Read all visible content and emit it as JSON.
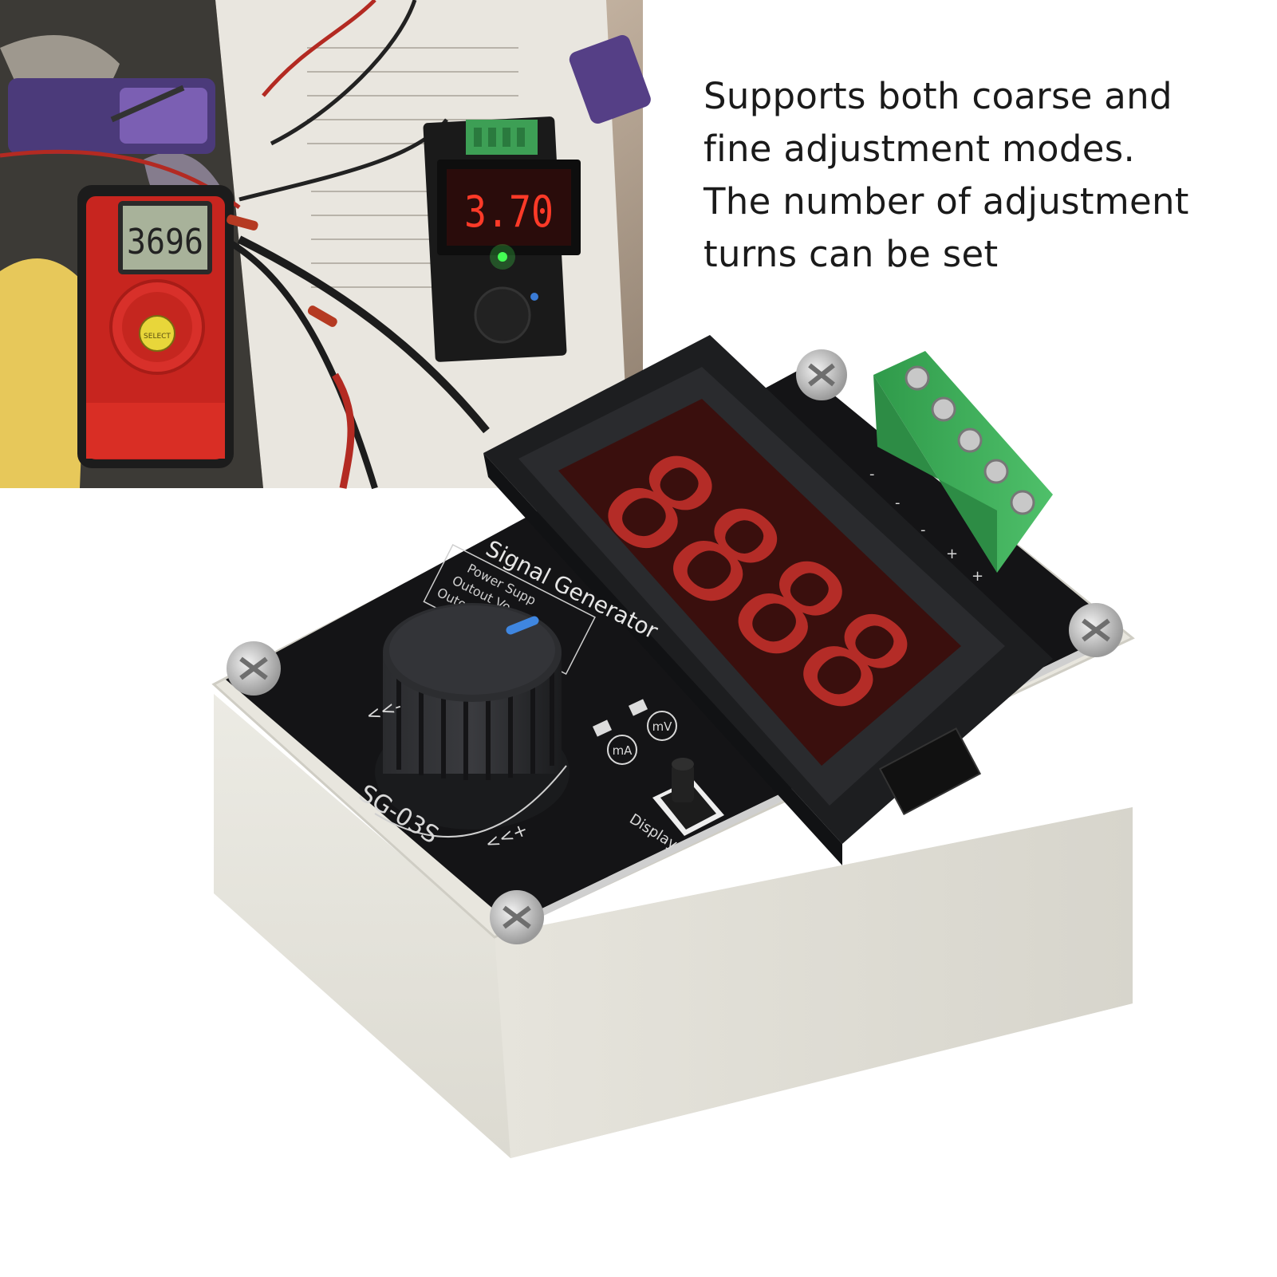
{
  "caption": {
    "lines": [
      "Supports both coarse and",
      "fine adjustment modes.",
      "The number of adjustment",
      "turns can be set"
    ]
  },
  "inset_photo": {
    "multimeter_reading": "3696",
    "meter_reading": "3.70",
    "multimeter_button_label": "SELECT"
  },
  "device": {
    "display_digits": "8888",
    "panel_title": "Signal Generator",
    "panel_lines": [
      "Power Supp",
      "Outout Vo",
      "Outout"
    ],
    "model": "SG-03S",
    "button_label": "Display",
    "indicator_ma": "mA",
    "indicator_mv": "mV",
    "knob_minus": "<<-",
    "knob_plus": "<<+",
    "terminal_marks": [
      "-",
      "-",
      "-",
      "+",
      "+"
    ]
  },
  "colors": {
    "led_red": "#d42a24",
    "terminal_green": "#3fae5b",
    "enclosure": "#e9e7df",
    "pcb": "#141416"
  }
}
